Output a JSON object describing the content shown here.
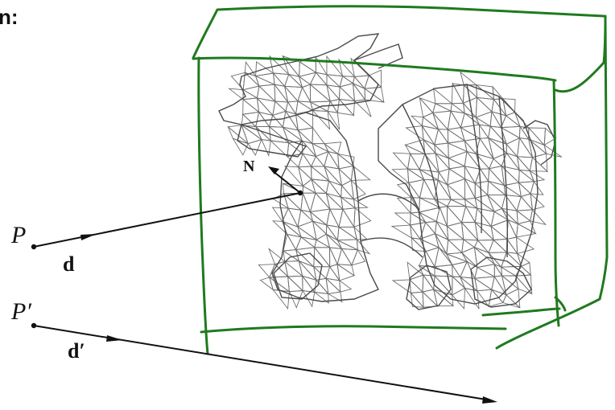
{
  "heading_fragment": "n:",
  "labels": {
    "normal": "N",
    "ray1_origin": "P",
    "ray1_direction": "d",
    "ray2_origin": "P′",
    "ray2_direction": "d′"
  },
  "colors": {
    "bounding_box": "#1f7a1f",
    "ray": "#111111",
    "mesh": "#6e6e6e",
    "background": "#ffffff"
  },
  "mesh": {
    "subject": "dragon",
    "style": "wireframe-triangle-mesh"
  }
}
